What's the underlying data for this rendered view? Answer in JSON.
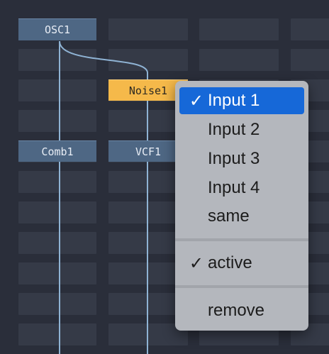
{
  "modules": {
    "osc1": "OSC1",
    "noise1": "Noise1",
    "comb1": "Comb1",
    "vcf1": "VCF1"
  },
  "context_menu": {
    "items": [
      {
        "label": "Input 1",
        "checked": true,
        "selected": true
      },
      {
        "label": "Input 2",
        "checked": false
      },
      {
        "label": "Input 3",
        "checked": false
      },
      {
        "label": "Input 4",
        "checked": false
      },
      {
        "label": "same",
        "checked": false
      },
      {
        "label": "active",
        "checked": true
      },
      {
        "label": "remove",
        "checked": false
      }
    ],
    "checkmark": "✓"
  },
  "colors": {
    "background": "#2a2e3a",
    "grid_cell": "#353a47",
    "module": "#4e6784",
    "noise_module": "#f5b94a",
    "cable": "#8fb3d4",
    "menu_bg": "#b4b7bd",
    "menu_selected": "#1668d8"
  }
}
